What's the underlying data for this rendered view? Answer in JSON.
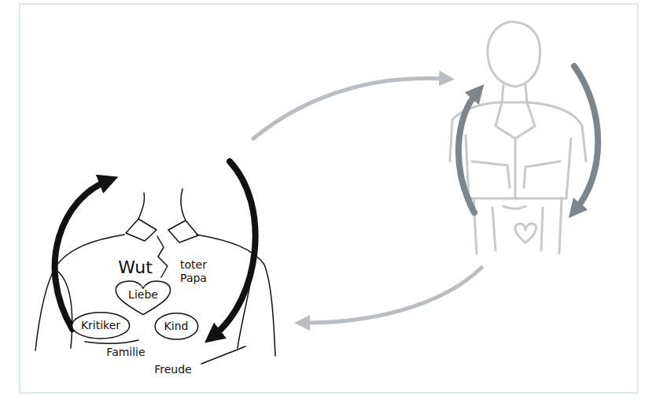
{
  "diagram": {
    "nodes": [
      {
        "text": [
          "Liebe"
        ]
      },
      {
        "text": [
          "Kritiker"
        ]
      },
      {
        "text": [
          "Kind"
        ]
      }
    ],
    "labels": [
      "Wut",
      "toter Papa",
      "Familie",
      "Freude"
    ]
  }
}
